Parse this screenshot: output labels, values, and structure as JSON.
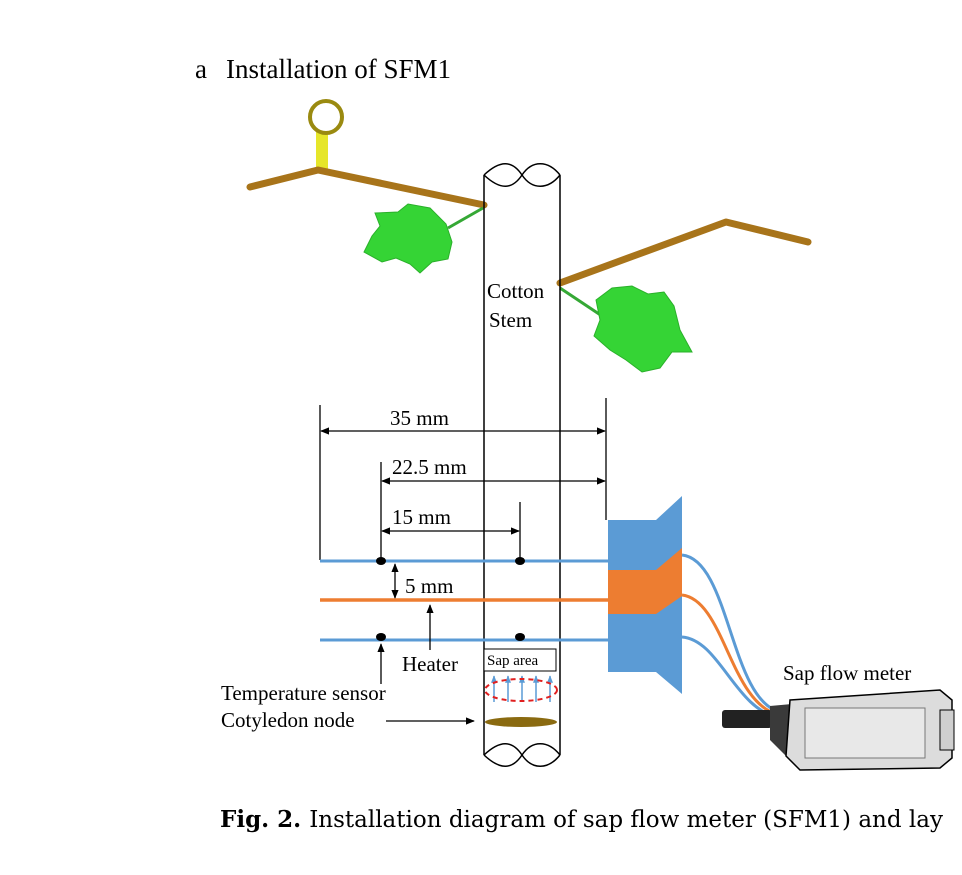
{
  "panel": {
    "letter": "a",
    "title": "Installation of SFM1"
  },
  "stem": {
    "label_line1": "Cotton",
    "label_line2": "Stem"
  },
  "dimensions": {
    "d35": "35 mm",
    "d22": "22.5 mm",
    "d15": "15 mm",
    "d5": "5 mm"
  },
  "labels": {
    "heater": "Heater",
    "sap_area": "Sap area",
    "temperature_sensor": "Temperature sensor",
    "cotyledon_node": "Cotyledon node",
    "sap_flow_meter": "Sap flow meter"
  },
  "caption": {
    "prefix": "Fig. 2.",
    "text": "Installation diagram of sap flow meter (SFM1) and lay"
  },
  "colors": {
    "branch": "#a8741a",
    "leaf": "#35d435",
    "sensor_wire": "#5b9bd5",
    "heater_wire": "#ed7d31",
    "sensor_block": "#5b9bd5",
    "heater_block": "#ed7d31",
    "sap_ring": "#e02020",
    "node": "#8a6a10",
    "tag": "#e6e62a"
  }
}
